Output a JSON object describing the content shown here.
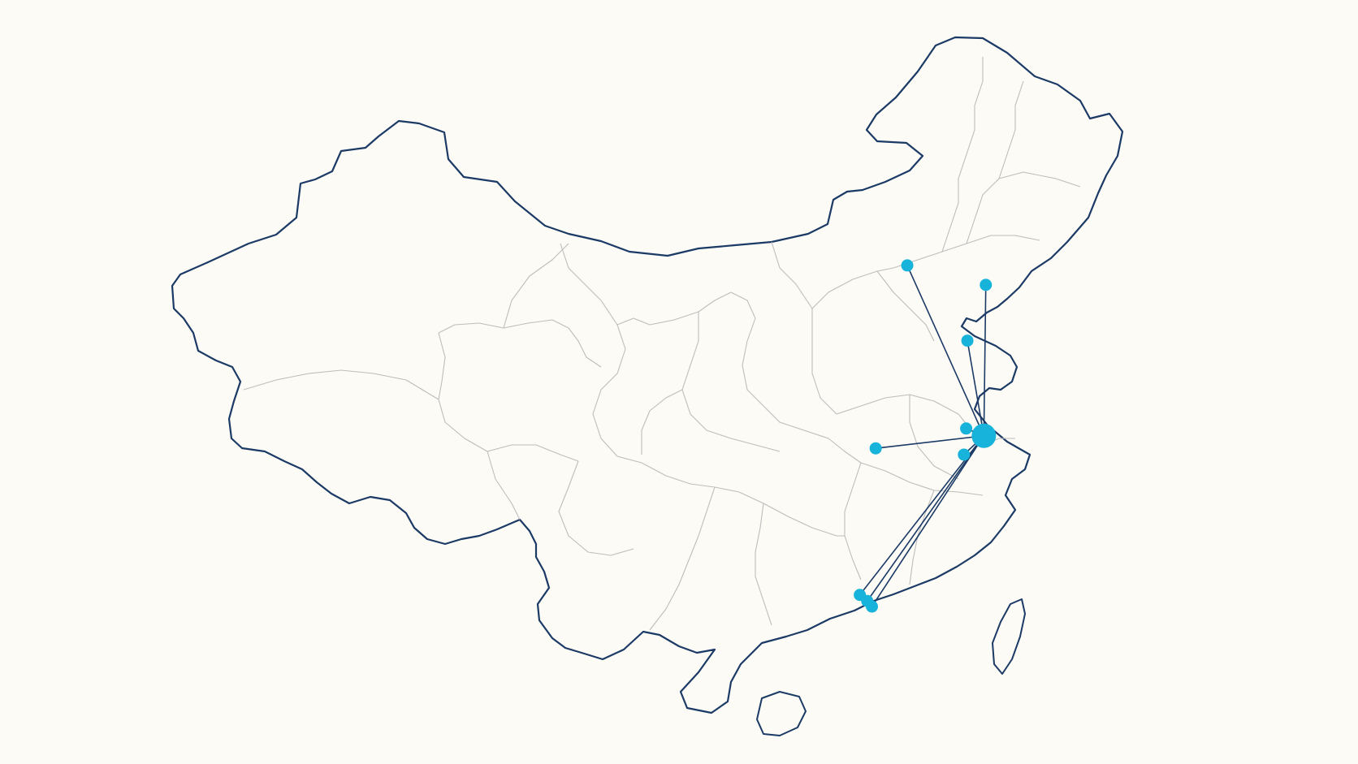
{
  "map": {
    "country": "China",
    "background_color": "#fdfbf5",
    "border_color": "#1b3a66",
    "province_border_color": "#bdbdbd",
    "route_color": "#1b3a66",
    "marker_color": "#17b3db"
  },
  "hub": {
    "id": "shanghai",
    "lat": 31.23,
    "lon": 121.47
  },
  "destinations": [
    {
      "id": "beijing",
      "lat": 39.9,
      "lon": 116.4
    },
    {
      "id": "dalian",
      "lat": 38.91,
      "lon": 121.6
    },
    {
      "id": "qingdao",
      "lat": 36.07,
      "lon": 120.38
    },
    {
      "id": "wuxi",
      "lat": 31.6,
      "lon": 120.3
    },
    {
      "id": "wuhan",
      "lat": 30.59,
      "lon": 114.31
    },
    {
      "id": "hangzhou",
      "lat": 30.27,
      "lon": 120.15
    },
    {
      "id": "guangzhou",
      "lat": 23.13,
      "lon": 113.26
    },
    {
      "id": "dongguan",
      "lat": 22.82,
      "lon": 113.75
    },
    {
      "id": "shenzhen",
      "lat": 22.54,
      "lon": 114.06
    }
  ]
}
